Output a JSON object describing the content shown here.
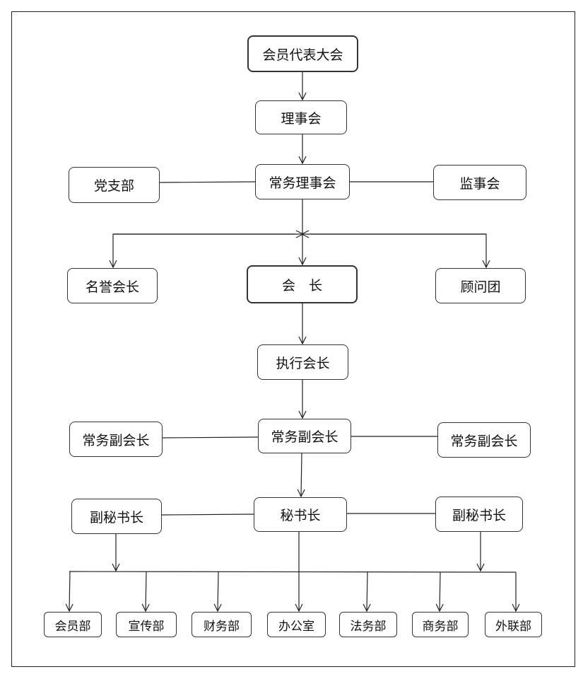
{
  "nodes": {
    "assembly": "会员代表大会",
    "council": "理事会",
    "standing_council": "常务理事会",
    "party_branch": "党支部",
    "supervisory_board": "监事会",
    "honorary_president": "名誉会长",
    "president": "会　长",
    "advisory_group": "顾问团",
    "executive_president": "执行会长",
    "standing_vp_left": "常务副会长",
    "standing_vp_center": "常务副会长",
    "standing_vp_right": "常务副会长",
    "deputy_secretary_left": "副秘书长",
    "secretary_general": "秘书长",
    "deputy_secretary_right": "副秘书长",
    "departments": [
      "会员部",
      "宣传部",
      "财务部",
      "办公室",
      "法务部",
      "商务部",
      "外联部"
    ]
  }
}
